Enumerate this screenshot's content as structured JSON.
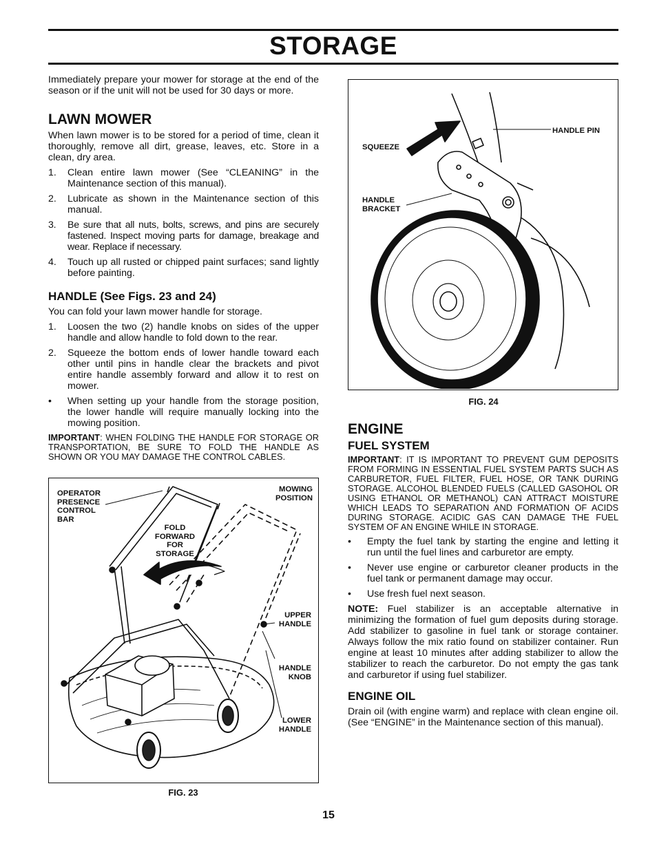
{
  "page_title": "STORAGE",
  "intro": "Immediately prepare your mower for storage at the end of the season or if the unit will not be used for 30 days or more.",
  "lawn_mower": {
    "heading": "LAWN MOWER",
    "text": "When lawn mower is to be stored for a period of time, clean it thoroughly, remove all dirt, grease, leaves, etc.  Store in a clean, dry area.",
    "items": [
      {
        "num": "1.",
        "text": "Clean entire lawn mower (See “CLEANING” in the Maintenance section of this manual)."
      },
      {
        "num": "2.",
        "text": "Lubricate as shown in the Maintenance section of this manual."
      },
      {
        "num": "3.",
        "text": "Be sure that all nuts, bolts, screws, and pins are securely fastened.  Inspect moving parts for damage, breakage and wear.  Replace if necessary."
      },
      {
        "num": "4.",
        "text": "Touch up all rusted or chipped paint surfaces; sand lightly before painting."
      }
    ]
  },
  "handle": {
    "heading": "HANDLE (See Figs. 23 and 24)",
    "text": "You can fold your lawn mower handle for storage.",
    "items": [
      {
        "num": "1.",
        "text": "Loosen the two (2) handle knobs on sides of the upper handle and allow handle to fold down to the rear."
      },
      {
        "num": "2.",
        "text": "Squeeze the bottom ends of lower handle toward each other until pins in handle clear the brackets and pivot entire handle assembly forward and allow it to rest on mower."
      },
      {
        "num": "•",
        "text": "When setting up your handle from the storage position, the lower handle will require manually locking into the mowing position."
      }
    ],
    "important_label": "IMPORTANT",
    "important_text": ":  WHEN FOLDING THE HANDLE FOR STORAGE OR TRANSPORTATION, BE SURE TO FOLD THE HANDLE AS SHOWN OR YOU MAY DAMAGE THE CONTROL CABLES."
  },
  "fig23": {
    "caption": "FIG. 23",
    "labels": {
      "operator": "OPERATOR PRESENCE CONTROL BAR",
      "mowing": "MOWING POSITION",
      "fold": "FOLD FORWARD FOR STORAGE",
      "upper": "UPPER HANDLE",
      "knob": "HANDLE KNOB",
      "lower": "LOWER HANDLE"
    }
  },
  "fig24": {
    "caption": "FIG. 24",
    "labels": {
      "handle_pin": "HANDLE PIN",
      "squeeze": "SQUEEZE",
      "bracket": "HANDLE BRACKET"
    }
  },
  "engine": {
    "heading": "ENGINE",
    "fuel_heading": "FUEL SYSTEM",
    "important_label": "IMPORTANT",
    "important_text": ": IT IS IMPORTANT TO PREVENT GUM DEPOSITS FROM FORMING IN ESSENTIAL FUEL SYSTEM PARTS SUCH AS CARBURETOR, FUEL FILTER, FUEL HOSE, OR TANK DURING STORAGE.  ALCOHOL BLENDED FUELS (CALLED GASOHOL OR USING ETHANOL OR METHANOL) CAN ATTRACT MOISTURE WHICH LEADS TO SEPARATION AND FORMATION OF ACIDS DURING STORAGE. ACIDIC GAS CAN DAMAGE THE FUEL SYSTEM OF AN ENGINE WHILE IN STORAGE.",
    "bullets": [
      {
        "num": "•",
        "text": "Empty the fuel tank by starting the engine and letting it run until the fuel lines and carburetor are empty."
      },
      {
        "num": "•",
        "text": "Never use engine or carburetor cleaner products in the fuel tank or permanent damage may occur."
      },
      {
        "num": "•",
        "text": "Use fresh fuel next season."
      }
    ],
    "note_label": "NOTE:",
    "note_text": " Fuel stabilizer is an acceptable alternative in minimizing the formation of fuel gum deposits during storage. Add stabilizer to gasoline in fuel tank or storage container. Always follow the mix ratio found on stabilizer container. Run engine at least 10 minutes after adding stabilizer to allow the stabilizer to reach the carburetor.  Do not empty the gas tank and carburetor if using fuel stabilizer.",
    "oil_heading": "ENGINE OIL",
    "oil_text": "Drain oil (with engine warm) and replace with clean engine oil.  (See “ENGINE” in the Maintenance section of this manual)."
  },
  "page_number": "15"
}
